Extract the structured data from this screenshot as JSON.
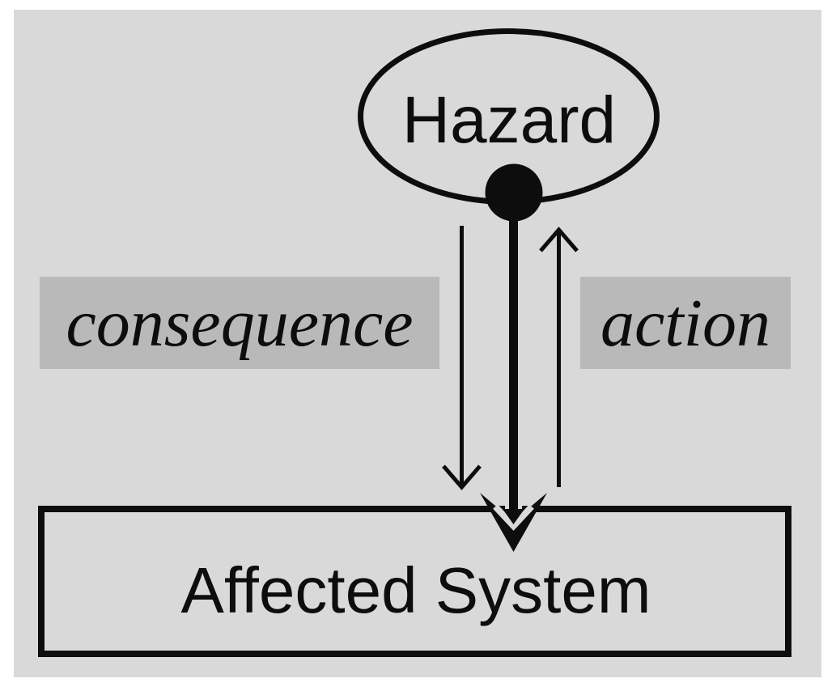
{
  "diagram": {
    "type": "flow-diagram",
    "nodes": {
      "hazard": {
        "label": "Hazard",
        "shape": "ellipse"
      },
      "affected_system": {
        "label": "Affected System",
        "shape": "rectangle"
      }
    },
    "edge_labels": {
      "consequence": "consequence",
      "action": "action"
    },
    "edges": [
      {
        "from": "hazard",
        "to": "affected_system",
        "label": "consequence",
        "style": "thin-arrow",
        "direction": "down"
      },
      {
        "from": "hazard",
        "to": "affected_system",
        "label": "",
        "style": "thick-arrow",
        "direction": "down"
      },
      {
        "from": "affected_system",
        "to": "hazard",
        "label": "action",
        "style": "thin-arrow",
        "direction": "up"
      }
    ],
    "colors": {
      "page_background": "#ffffff",
      "canvas": "#d9d9d9",
      "label_band": "#b9b9b9",
      "ink": "#0d0d0d"
    }
  }
}
